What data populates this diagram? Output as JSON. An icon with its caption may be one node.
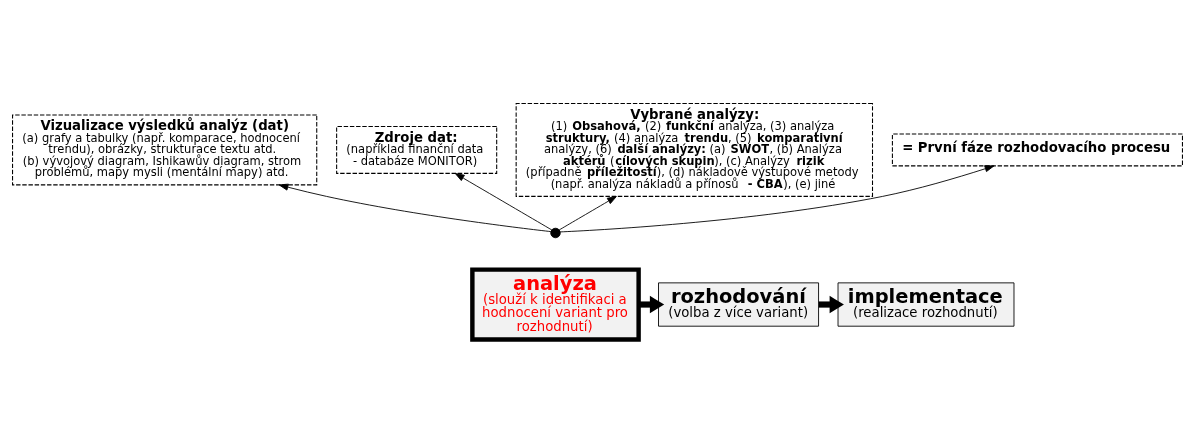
{
  "diagram": {
    "nodes": [
      {
        "text": [
          "Vizualizace výsledků analýz (dat)",
          "(a) grafy a tabulky (např. komparace, hodnocení trendu), obrázky, strukturace textu atd.",
          "(b) vývojový diagram, Ishikawův diagram, strom problémů, mapy mysli (mentální mapy) atd."
        ]
      },
      {
        "text": [
          "Zdroje dat:",
          "(například finanční data - databáze MONITOR)"
        ]
      },
      {
        "text": [
          "Vybrané analýzy:",
          "(1) **Obsahová,** (2) **funkční** analýza, (3) analýza **struktury,** (4) analýza **trendu**, (5) **komparativní** analýzy, (6) **další analýzy:** (a) **SWOT**, (b) Analýza **aktérů** (**cílových skupin**), (c) Analýzy **rizik** (případně **příležitostí**), (d) nákladově výstupové metody (např. analýza nákladů a přínosů **- CBA**), (e) jiné"
        ]
      },
      {
        "text": [
          "= První fáze rozhodovacího procesu"
        ]
      },
      {
        "text": [],
        "shape": "circle"
      },
      {
        "text": [
          "analýza",
          "(slouží k identifikaci a hodnocení variant pro rozhodnutí)"
        ]
      },
      {
        "text": [
          "rozhodování",
          "(volba z více variant)"
        ]
      },
      {
        "text": [
          "implementace",
          "(realizace rozhodnutí)"
        ]
      }
    ],
    "edges": [
      {
        "from": 4,
        "to": 0,
        "arrow": "to"
      },
      {
        "from": 4,
        "to": 1,
        "arrow": "to"
      },
      {
        "from": 4,
        "to": 2,
        "arrow": "to"
      },
      {
        "from": 4,
        "to": 3,
        "arrow": "to"
      },
      {
        "from": 5,
        "to": 6,
        "arrow": "to",
        "style": "thick"
      },
      {
        "from": 6,
        "to": 7,
        "arrow": "to",
        "style": "thick"
      }
    ]
  }
}
